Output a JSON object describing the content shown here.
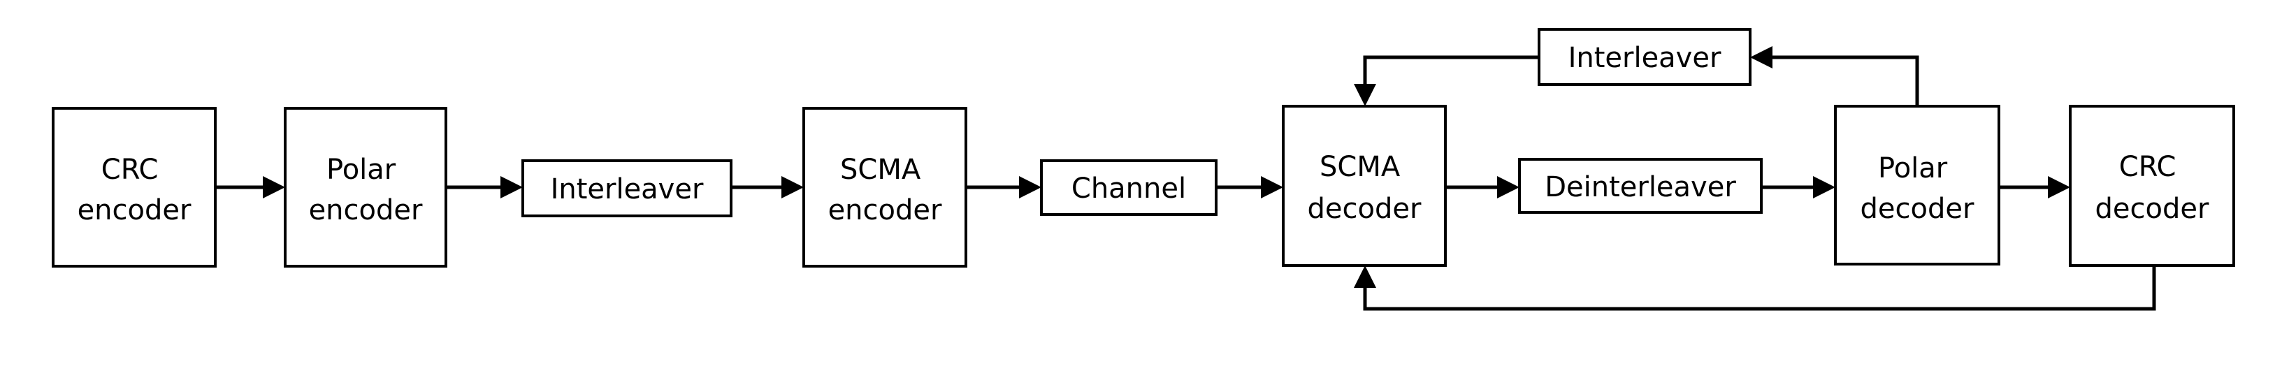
{
  "blocks": {
    "crc_encoder": {
      "lines": [
        "CRC",
        "encoder"
      ]
    },
    "polar_encoder": {
      "lines": [
        "Polar",
        "encoder"
      ]
    },
    "interleaver_tx": {
      "lines": [
        "Interleaver"
      ]
    },
    "scma_encoder": {
      "lines": [
        "SCMA",
        "encoder"
      ]
    },
    "channel": {
      "lines": [
        "Channel"
      ]
    },
    "scma_decoder": {
      "lines": [
        "SCMA",
        "decoder"
      ]
    },
    "deinterleaver": {
      "lines": [
        "Deinterleaver"
      ]
    },
    "polar_decoder": {
      "lines": [
        "Polar",
        "decoder"
      ]
    },
    "crc_decoder": {
      "lines": [
        "CRC",
        "decoder"
      ]
    },
    "interleaver_feedback": {
      "lines": [
        "Interleaver"
      ]
    }
  },
  "colors": {
    "stroke": "#000000",
    "fill": "#ffffff"
  }
}
